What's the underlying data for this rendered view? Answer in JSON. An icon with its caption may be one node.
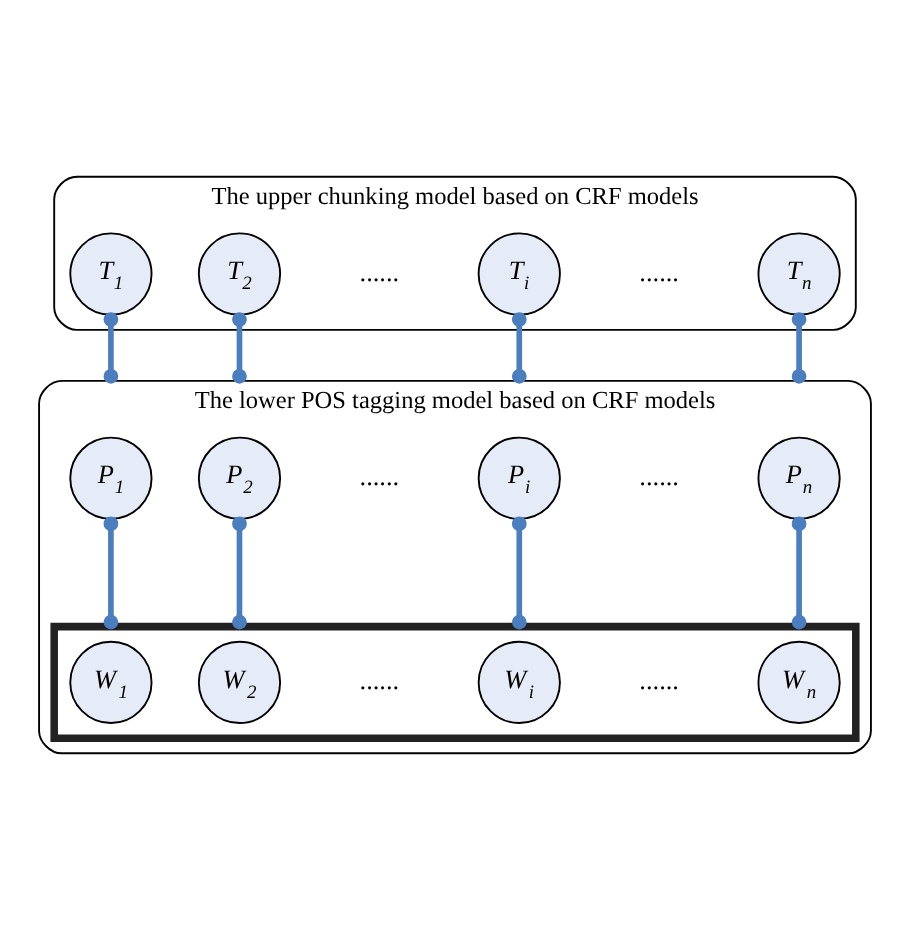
{
  "diagram": {
    "nodes": [
      {
        "text": [
          "The upper chunking model based on CRF models"
        ]
      },
      {
        "text": [
          "T$_{1}$"
        ],
        "in": 0
      },
      {
        "text": [
          "T$_{2}$"
        ],
        "in": 0
      },
      {
        "text": [
          "T$_{i}$"
        ],
        "in": 0
      },
      {
        "text": [
          "T$_{n}$"
        ],
        "in": 0
      },
      {
        "text": [
          "The lower POS tagging model based on CRF models"
        ]
      },
      {
        "text": [
          "P$_{1}$"
        ],
        "in": 5
      },
      {
        "text": [
          "P$_{2}$"
        ],
        "in": 5
      },
      {
        "text": [
          "P$_{i}$"
        ],
        "in": 5
      },
      {
        "text": [
          "P$_{n}$"
        ],
        "in": 5
      },
      {
        "text": [],
        "shape": "box",
        "in": 5
      },
      {
        "text": [
          "W$_{1}$"
        ],
        "in": 10
      },
      {
        "text": [
          "W$_{2}$"
        ],
        "in": 10
      },
      {
        "text": [
          "W$_{i}$"
        ],
        "in": 10
      },
      {
        "text": [
          "W$_{n}$"
        ],
        "in": 10
      }
    ],
    "edges": [
      {
        "from": 1,
        "to": 5,
        "arrow": "other"
      },
      {
        "from": 2,
        "to": 5,
        "arrow": "other"
      },
      {
        "from": 3,
        "to": 5,
        "arrow": "other"
      },
      {
        "from": 4,
        "to": 5,
        "arrow": "other"
      },
      {
        "from": 6,
        "to": 10,
        "arrow": "other"
      },
      {
        "from": 7,
        "to": 10,
        "arrow": "other"
      },
      {
        "from": 8,
        "to": 10,
        "arrow": "other"
      },
      {
        "from": 9,
        "to": 10,
        "arrow": "other"
      }
    ],
    "labels": [
      "......",
      "......",
      "......",
      "......",
      "......",
      "......"
    ]
  }
}
